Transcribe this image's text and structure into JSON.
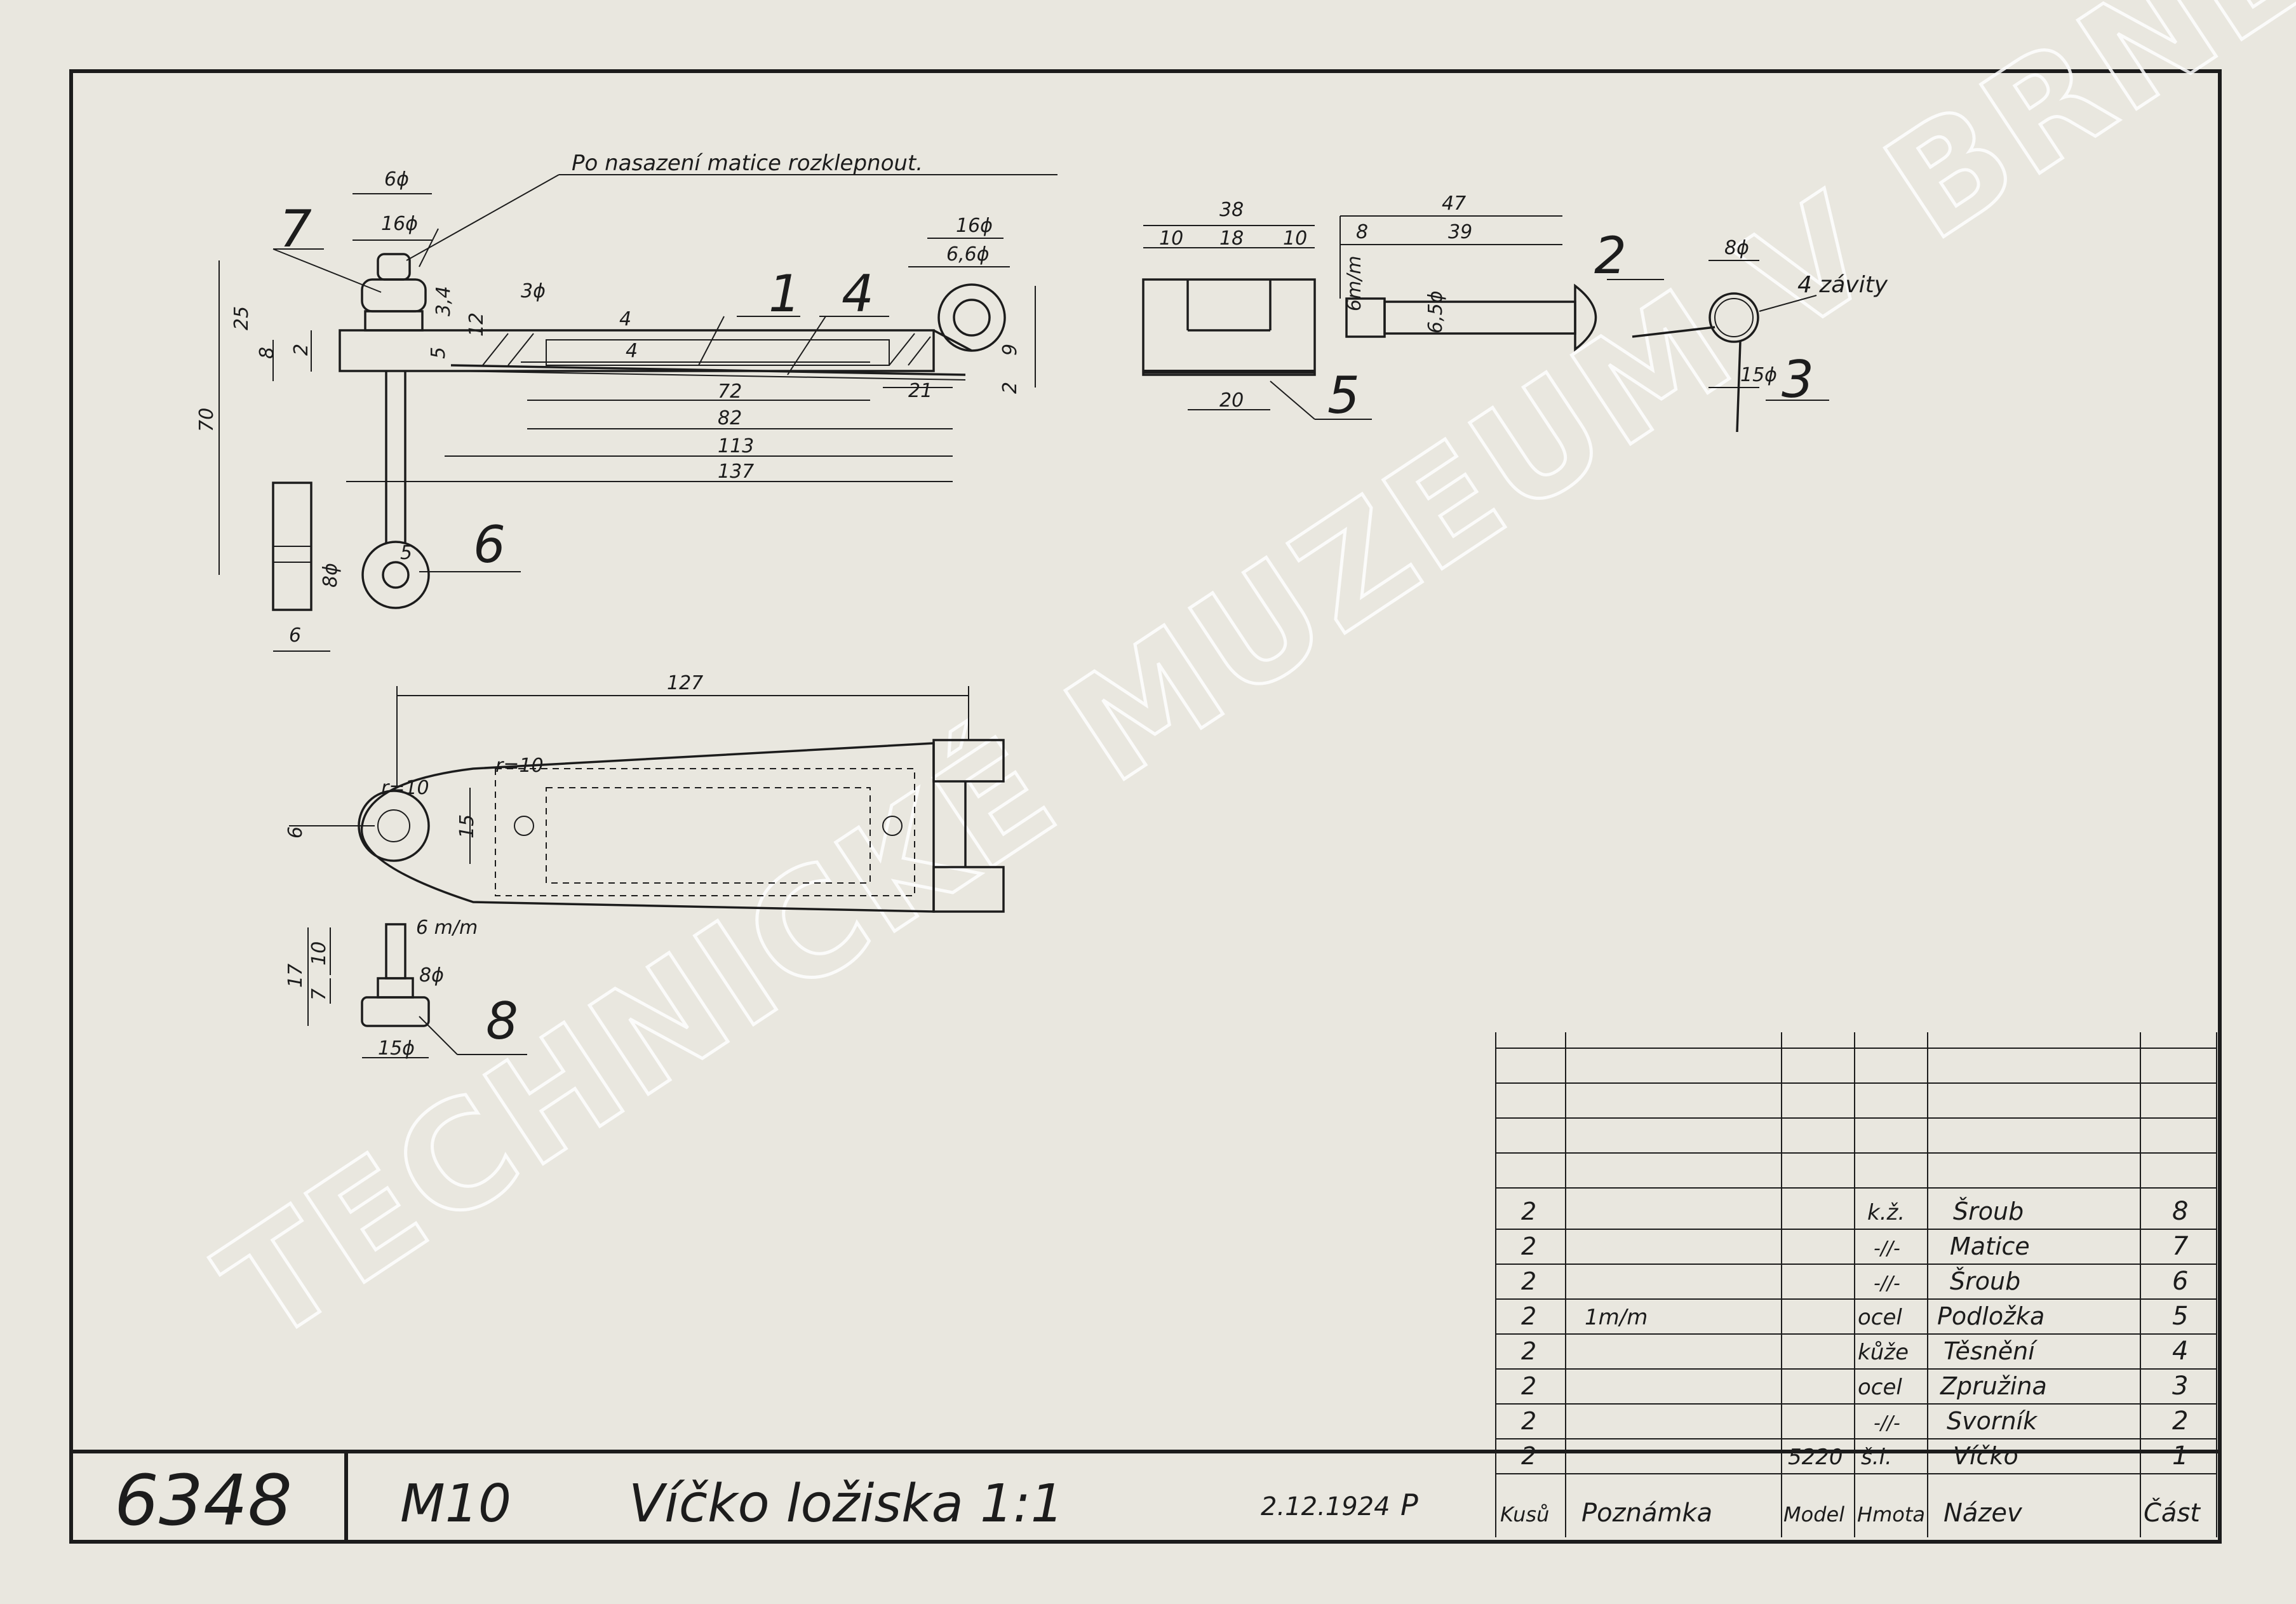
{
  "sheet": {
    "drawing_number": "6348",
    "model_code": "M10",
    "title": "Víčko ložiska 1:1",
    "date": "2.12.1924",
    "signature": "P",
    "watermark": "TECHNICKÉ MUZEUM V BRNĚ",
    "top_note": "Po nasazení matice rozklepnout."
  },
  "parts_list": {
    "headers": {
      "qty": "Kusů",
      "note": "Poznámka",
      "model": "Model",
      "material": "Hmota",
      "name": "Název",
      "part": "Část"
    },
    "rows": [
      {
        "qty": "2",
        "note": "",
        "model": "",
        "material": "k.ž.",
        "name": "Šroub",
        "part": "8"
      },
      {
        "qty": "2",
        "note": "",
        "model": "",
        "material": "-//-",
        "name": "Matice",
        "part": "7"
      },
      {
        "qty": "2",
        "note": "",
        "model": "",
        "material": "-//-",
        "name": "Šroub",
        "part": "6"
      },
      {
        "qty": "2",
        "note": "1m/m",
        "model": "",
        "material": "ocel",
        "name": "Podložka",
        "part": "5"
      },
      {
        "qty": "2",
        "note": "",
        "model": "",
        "material": "kůže",
        "name": "Těsnění",
        "part": "4"
      },
      {
        "qty": "2",
        "note": "",
        "model": "",
        "material": "ocel",
        "name": "Zpružina",
        "part": "3"
      },
      {
        "qty": "2",
        "note": "",
        "model": "",
        "material": "-//-",
        "name": "Svorník",
        "part": "2"
      },
      {
        "qty": "2",
        "note": "",
        "model": "5220",
        "material": "š.l.",
        "name": "Víčko",
        "part": "1"
      }
    ]
  },
  "balloons": {
    "p1": "1",
    "p2": "2",
    "p3": "3",
    "p4": "4",
    "p5": "5",
    "p6": "6",
    "p7": "7",
    "p8": "8"
  },
  "dimensions": {
    "d6phi": "6ϕ",
    "d16phi": "16ϕ",
    "d25": "25",
    "d8": "8",
    "d2a": "2",
    "d34": "3,4",
    "d12": "12",
    "d5": "5",
    "d3phi": "3ϕ",
    "d4a": "4",
    "d4b": "4",
    "d16phi_r": "16ϕ",
    "d66phi": "6,6ϕ",
    "d9": "9",
    "d2b": "2",
    "d72": "72",
    "d82": "82",
    "d113": "113",
    "d137": "137",
    "d21": "21",
    "d70": "70",
    "d8phi_a": "8ϕ",
    "d6_b": "6",
    "d5_c": "5",
    "d38": "38",
    "d10a": "10",
    "d18": "18",
    "d10b": "10",
    "d20": "20",
    "d47": "47",
    "d8_c": "8",
    "d39": "39",
    "d6mm": "6m/m",
    "d65phi": "6,5ϕ",
    "d8phi_s": "8ϕ",
    "d4zav": "4 závity",
    "d15phi_s": "15ϕ",
    "d127": "127",
    "dr10a": "r=10",
    "dr10b": "r=10",
    "d6_p": "6",
    "d15_p": "15",
    "d6mm_b": "6 m/m",
    "d8phi_b": "8ϕ",
    "d17": "17",
    "d10_c": "10",
    "d7": "7",
    "d15phi_b": "15ϕ"
  }
}
